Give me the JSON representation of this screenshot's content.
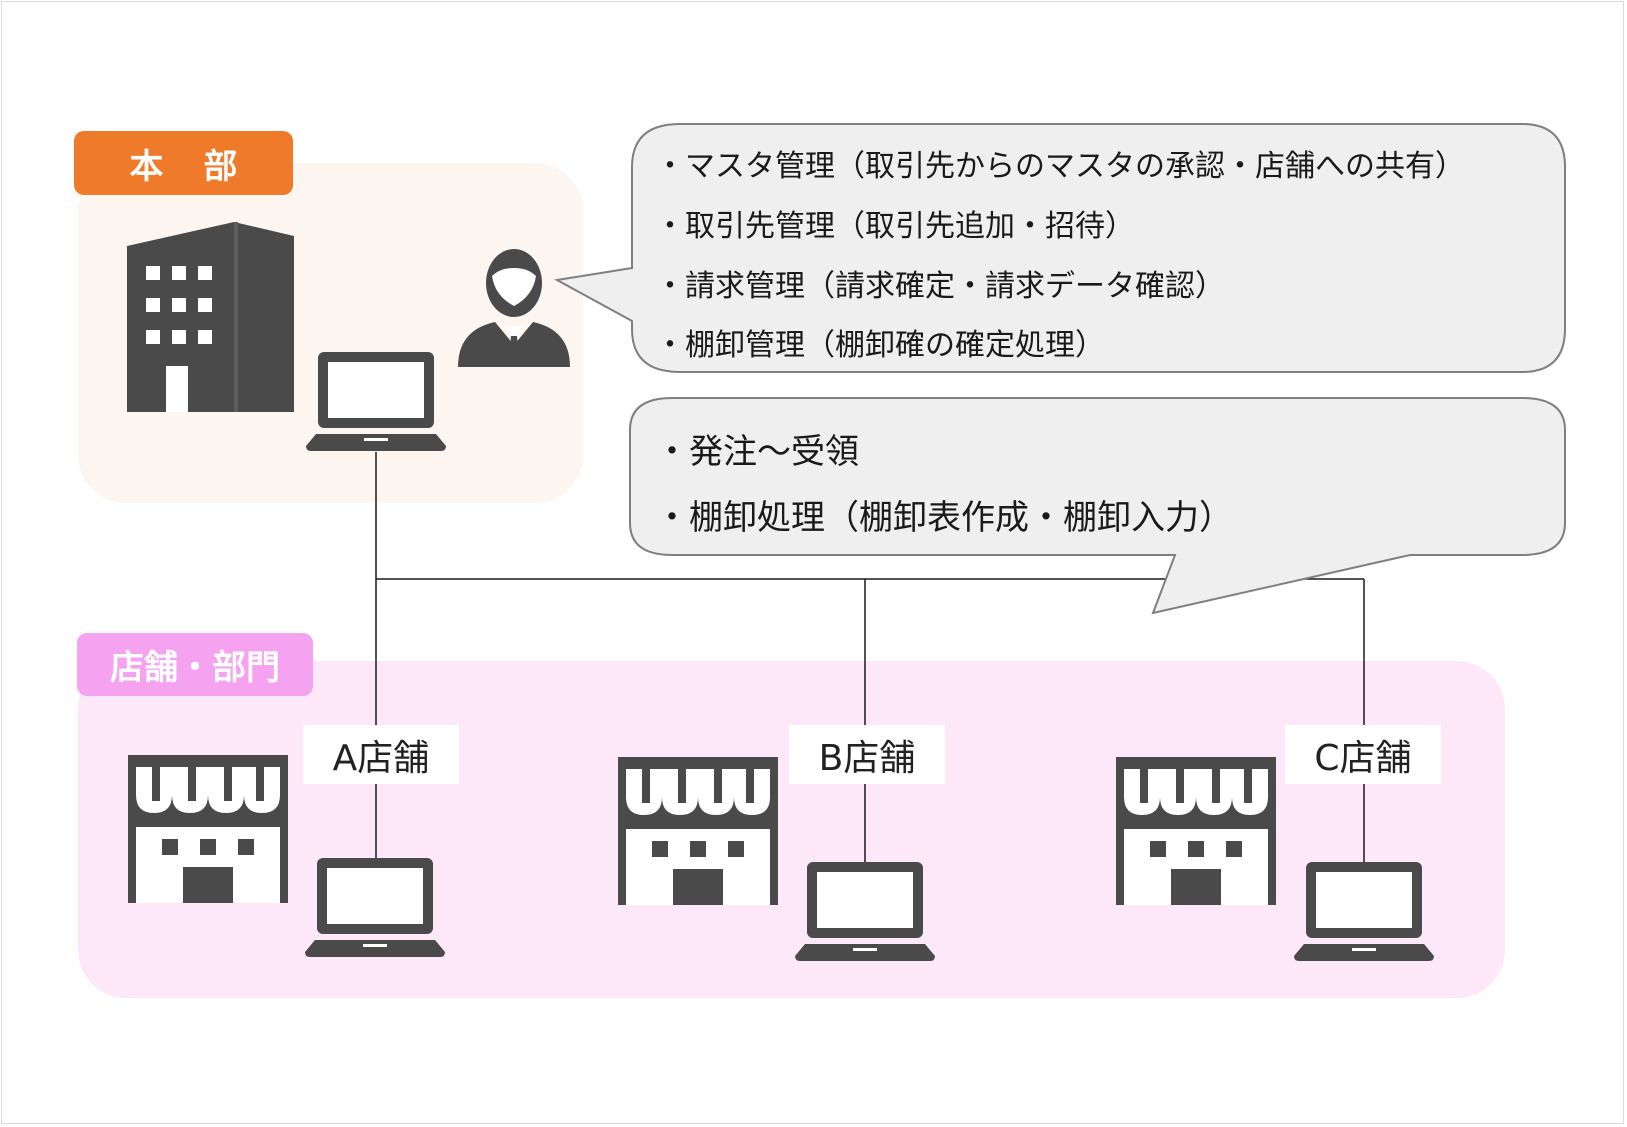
{
  "headquarters": {
    "tag_label": "本部"
  },
  "stores_zone": {
    "tag_label": "店舗・部門"
  },
  "hq_bubble": {
    "items": [
      "・マスタ管理（取引先からのマスタの承認・店舗への共有）",
      "・取引先管理（取引先追加・招待）",
      "・請求管理（請求確定・請求データ確認）",
      "・棚卸管理（棚卸確の確定処理）"
    ]
  },
  "store_bubble": {
    "items": [
      "・発注～受領",
      "・棚卸処理（棚卸表作成・棚卸入力）"
    ]
  },
  "stores": [
    {
      "label": "A店舗"
    },
    {
      "label": "B店舗"
    },
    {
      "label": "C店舗"
    }
  ],
  "colors": {
    "hq_accent": "#ef7a2a",
    "hq_zone_bg": "#fdf5ef",
    "store_accent": "#f5a3f0",
    "store_zone_bg": "#fde8fa",
    "icon_fill": "#4a4a4a",
    "bubble_fill": "#efefef",
    "bubble_stroke": "#7f7f7f"
  },
  "icons": {
    "building": "office-building-icon",
    "person": "businessman-icon",
    "laptop": "laptop-icon",
    "shop": "storefront-icon"
  }
}
